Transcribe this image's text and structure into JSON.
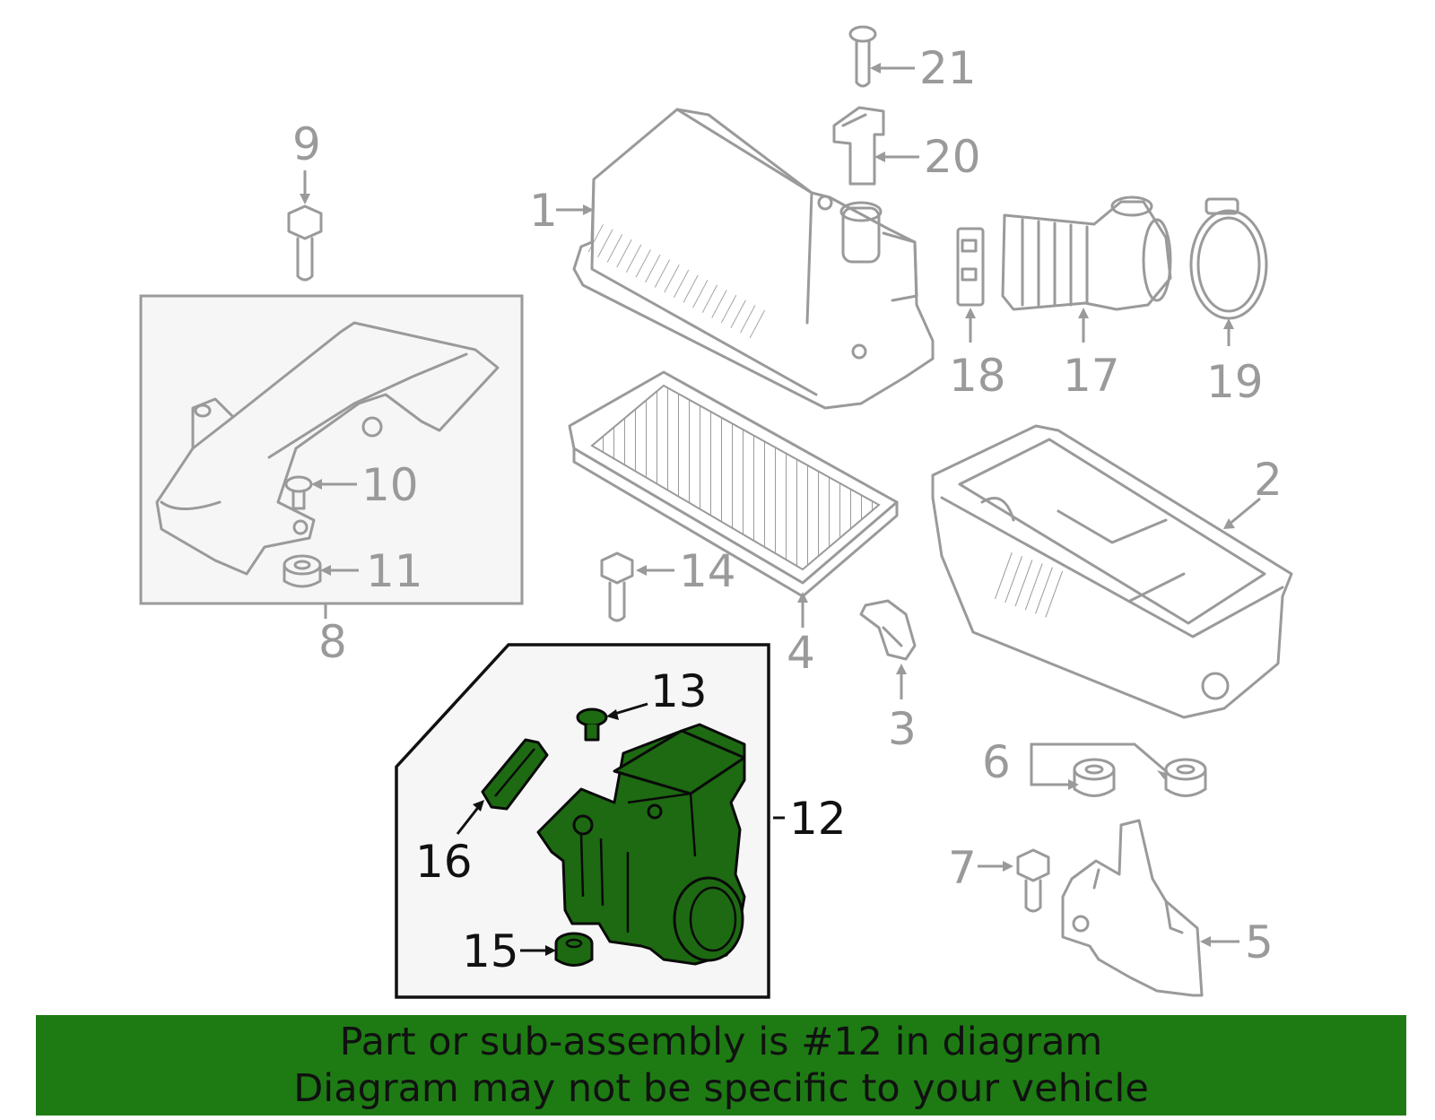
{
  "labels": {
    "p1": "1",
    "p2": "2",
    "p3": "3",
    "p4": "4",
    "p5": "5",
    "p6": "6",
    "p7": "7",
    "p8": "8",
    "p9": "9",
    "p10": "10",
    "p11": "11",
    "p12": "12",
    "p13": "13",
    "p14": "14",
    "p15": "15",
    "p16": "16",
    "p17": "17",
    "p18": "18",
    "p19": "19",
    "p20": "20",
    "p21": "21"
  },
  "highlighted_part": "12",
  "colors": {
    "highlight_fill": "#1d6a12",
    "banner_background": "#1e7b14",
    "inactive_part": "#9a9a9a"
  },
  "banner": {
    "line1": "Part or sub-assembly is #12 in diagram",
    "line2": "Diagram may not be specific to your vehicle"
  }
}
